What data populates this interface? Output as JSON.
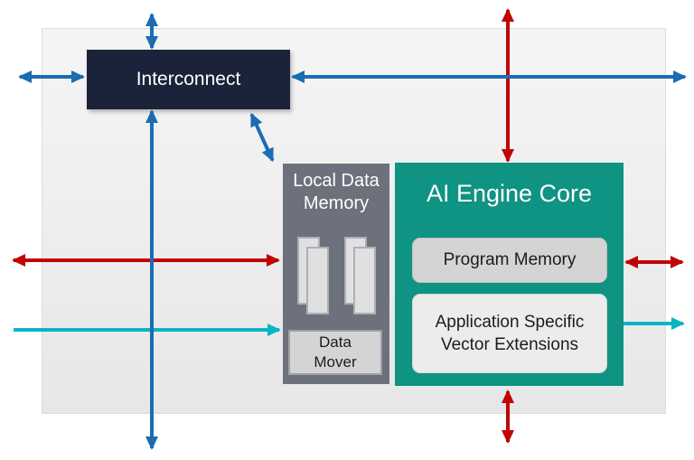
{
  "colors": {
    "blue_arrow": "#1b6cb2",
    "red_arrow": "#c00404",
    "cyan_arrow": "#0ab4c4",
    "interconnect_navy": "#1a2339",
    "memory_gray": "#6c717c",
    "core_teal": "#0f9383",
    "panel_top": "#f5f5f5",
    "panel_bottom": "#e7e7e7",
    "subbox_dark": "#d4d4d4",
    "subbox_light": "#ececec",
    "bank_fill": "#e0e0e0",
    "bank_border": "#aab0b8",
    "text_light": "#ffffff",
    "text_dark": "#1c1c1c"
  },
  "blocks": {
    "interconnect": {
      "label": "Interconnect"
    },
    "local_data_memory": {
      "title": "Local Data Memory",
      "data_mover_label": "Data Mover",
      "memory_bank_count": 2
    },
    "ai_engine_core": {
      "title": "AI Engine Core",
      "program_memory_label": "Program Memory",
      "vector_extensions_label": "Application Specific Vector Extensions"
    }
  },
  "arrows": [
    {
      "name": "interconnect-north",
      "color": "blue",
      "orientation": "vertical",
      "heads": "both"
    },
    {
      "name": "interconnect-west",
      "color": "blue",
      "orientation": "horizontal",
      "heads": "both"
    },
    {
      "name": "interconnect-east",
      "color": "blue",
      "orientation": "horizontal",
      "heads": "both"
    },
    {
      "name": "interconnect-south",
      "color": "blue",
      "orientation": "vertical",
      "heads": "both"
    },
    {
      "name": "interconnect-to-memory",
      "color": "blue",
      "orientation": "diagonal",
      "heads": "both"
    },
    {
      "name": "core-north",
      "color": "red",
      "orientation": "vertical",
      "heads": "both"
    },
    {
      "name": "core-south",
      "color": "red",
      "orientation": "vertical",
      "heads": "both"
    },
    {
      "name": "memory-west-red",
      "color": "red",
      "orientation": "horizontal",
      "heads": "both"
    },
    {
      "name": "core-east-red",
      "color": "red",
      "orientation": "horizontal",
      "heads": "both"
    },
    {
      "name": "memory-west-cyan",
      "color": "cyan",
      "orientation": "horizontal",
      "heads": "end-right"
    },
    {
      "name": "core-east-cyan",
      "color": "cyan",
      "orientation": "horizontal",
      "heads": "end-right"
    }
  ]
}
